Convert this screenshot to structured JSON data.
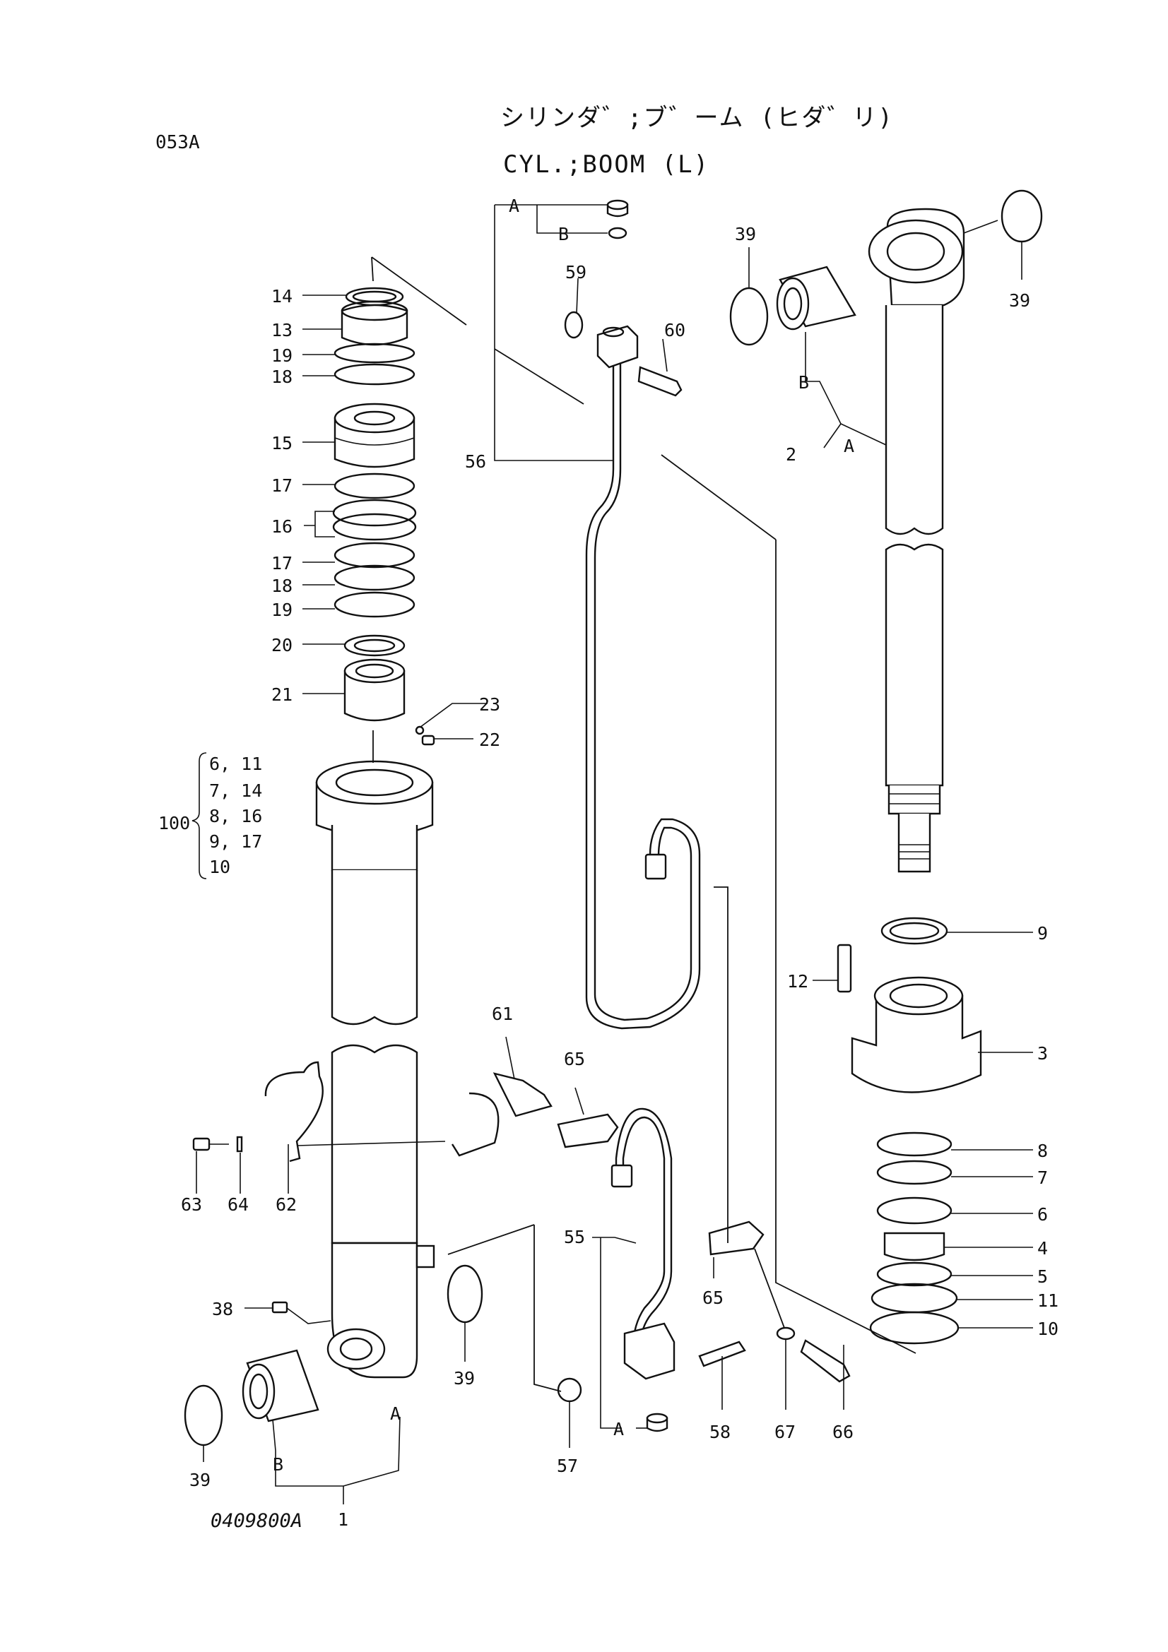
{
  "header": {
    "code": "053A",
    "title_jp": "シリンダ゛;ブ゛ーム (ヒダ゛リ)",
    "title_en": "CYL.;BOOM (L)"
  },
  "footer": {
    "drawing_no": "0409800A"
  },
  "set_100": {
    "number": "100",
    "rows": [
      "6, 11",
      "7, 14",
      "8, 16",
      "9, 17",
      "10"
    ]
  },
  "callouts": {
    "n1": "1",
    "n2": "2",
    "n3": "3",
    "n4": "4",
    "n5": "5",
    "n6": "6",
    "n7": "7",
    "n8": "8",
    "n9": "9",
    "n10": "10",
    "n11": "11",
    "n12": "12",
    "n13": "13",
    "n14": "14",
    "n15": "15",
    "n16": "16",
    "n17": "17",
    "n18": "18",
    "n19": "19",
    "n20": "20",
    "n21": "21",
    "n22": "22",
    "n23": "23",
    "n38": "38",
    "n39": "39",
    "n55": "55",
    "n56": "56",
    "n57": "57",
    "n58": "58",
    "n59": "59",
    "n60": "60",
    "n61": "61",
    "n62": "62",
    "n63": "63",
    "n64": "64",
    "n65": "65",
    "n66": "66",
    "n67": "67",
    "A": "A",
    "B": "B"
  }
}
